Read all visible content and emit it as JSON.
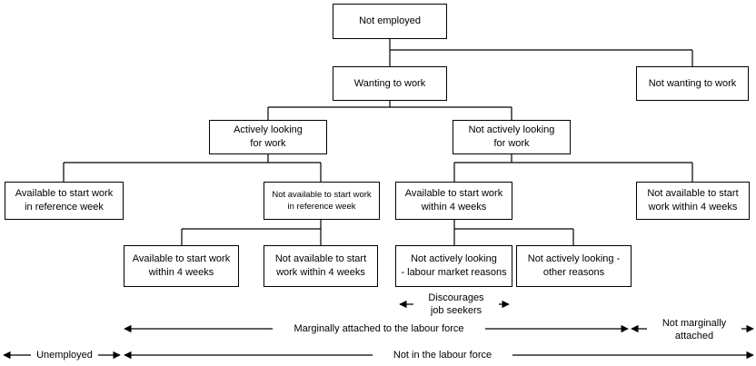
{
  "nodes": {
    "not_employed": "Not employed",
    "wanting_to_work": "Wanting to work",
    "not_wanting_to_work": "Not wanting to work",
    "actively_looking": "Actively looking\nfor work",
    "not_actively_looking": "Not actively looking\nfor work",
    "available_ref_week": "Available to start work\nin reference week",
    "not_available_ref_week": "Not available to start work\nin reference week",
    "available_4wk_active": "Available to start work\nwithin 4 weeks",
    "not_available_4wk_active": "Not available to start\nwork within 4 weeks",
    "available_4wk_inactive": "Available to start work\nwithin 4 weeks",
    "not_available_4wk_inactive": "Not available to start\nwork within 4 weeks",
    "labour_market_reasons": "Not actively looking\n- labour market reasons",
    "other_reasons": "Not actively looking -\nother reasons"
  },
  "ranges": {
    "discouraged": "Discourages\njob seekers",
    "marginally_attached": "Marginally attached to the labour force",
    "not_marginally_attached": "Not marginally\nattached",
    "unemployed": "Unemployed",
    "not_in_labour_force": "Not in the labour force"
  }
}
